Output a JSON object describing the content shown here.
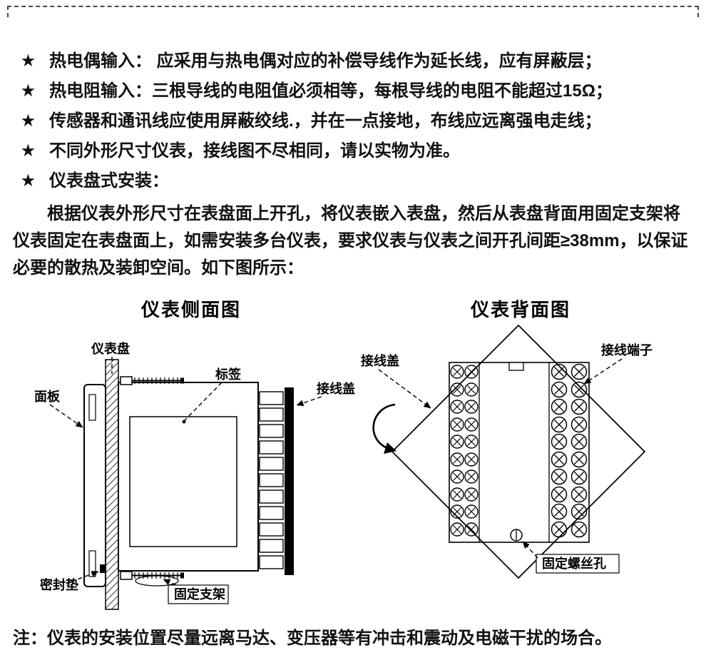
{
  "icons": {
    "star": "★"
  },
  "bullets": [
    {
      "text": "热电偶输入： 应采用与热电偶对应的补偿导线作为延长线，应有屏蔽层；"
    },
    {
      "text": "热电阻输入：三根导线的电阻值必须相等，每根导线的电阻不能超过15Ω；"
    },
    {
      "text": "传感器和通讯线应使用屏蔽绞线.，并在一点接地，布线应远离强电走线；"
    },
    {
      "text": "不同外形尺寸仪表，接线图不尽相同，请以实物为准。"
    },
    {
      "text": "仪表盘式安装："
    }
  ],
  "paragraph": "根据仪表外形尺寸在表盘面上开孔，将仪表嵌入表盘，然后从表盘背面用固定支架将仪表固定在表盘面上，如需安装多台仪表，要求仪表与仪表之间开孔间距≥38mm，以保证必要的散热及装卸空间。如下图所示：",
  "side_diagram": {
    "title": "仪表侧面图",
    "labels": {
      "panel": "仪表盘",
      "front_panel": "面板",
      "tag": "标签",
      "wiring_cover": "接线盖",
      "seal_gasket": "密封垫",
      "fixing_bracket": "固定支架"
    }
  },
  "back_diagram": {
    "title": "仪表背面图",
    "labels": {
      "wiring_cover": "接线盖",
      "terminals": "接线端子",
      "fixing_screw_hole": "固定螺丝孔"
    }
  },
  "note": "注：仪表的安装位置尽量远离马达、变压器等有冲击和震动及电磁干扰的场合。",
  "colors": {
    "text": "#111111",
    "line": "#000000",
    "background": "#ffffff"
  }
}
